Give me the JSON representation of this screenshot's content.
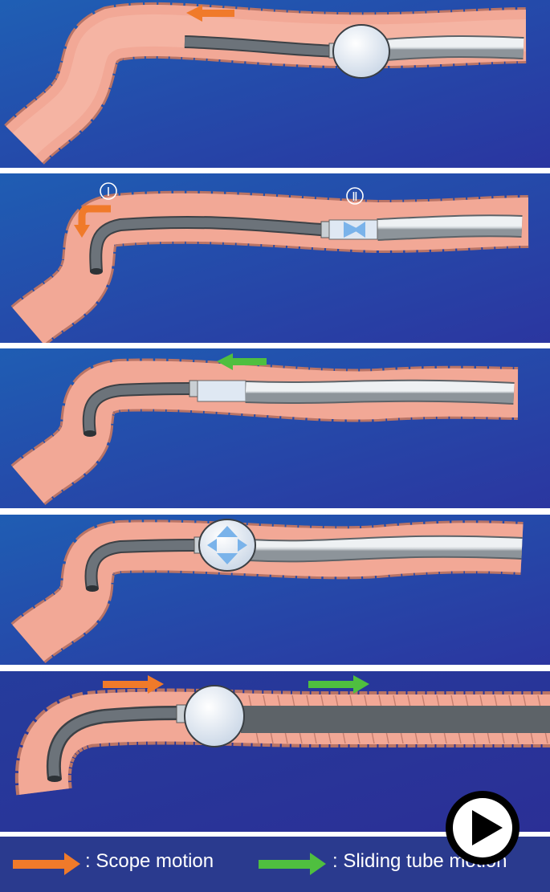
{
  "diagram": {
    "step2_markers": [
      "Ⅰ",
      "Ⅱ"
    ],
    "legend": [
      {
        "label": ": Scope motion",
        "color": "#f07a2a"
      },
      {
        "label": ": Sliding tube motion",
        "color": "#4fbf3f"
      }
    ]
  },
  "colors": {
    "background": "#2a4aa0",
    "intestine": "#f2a896",
    "scope": "#666d73",
    "tube": "#d3d8dc",
    "balloon": "#e6eef6"
  },
  "icons": [
    "play-icon"
  ]
}
